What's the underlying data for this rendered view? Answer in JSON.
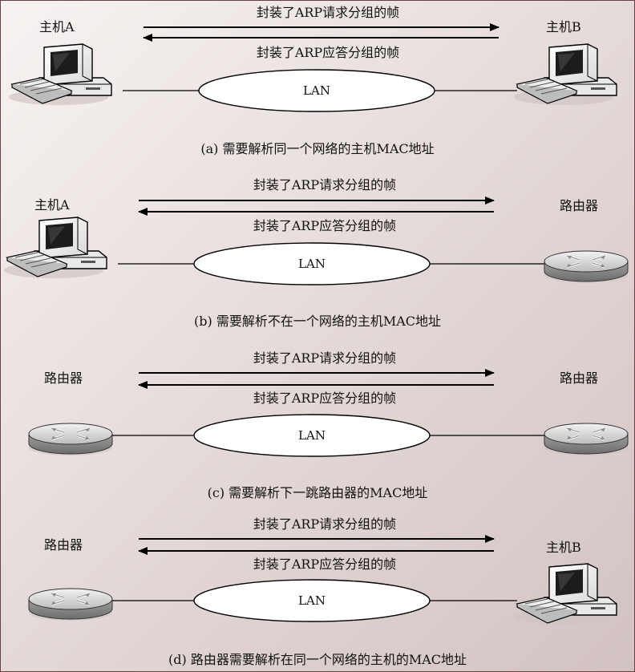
{
  "panels": [
    {
      "left_label": "主机A",
      "right_label": "主机B",
      "request_label": "封装了ARP请求分组的帧",
      "reply_label": "封装了ARP应答分组的帧",
      "network_label": "LAN",
      "caption": "(a) 需要解析同一个网络的主机MAC地址"
    },
    {
      "left_label": "主机A",
      "right_label": "路由器",
      "request_label": "封装了ARP请求分组的帧",
      "reply_label": "封装了ARP应答分组的帧",
      "network_label": "LAN",
      "caption": "(b) 需要解析不在一个网络的主机MAC地址"
    },
    {
      "left_label": "路由器",
      "right_label": "路由器",
      "request_label": "封装了ARP请求分组的帧",
      "reply_label": "封装了ARP应答分组的帧",
      "network_label": "LAN",
      "caption": "(c) 需要解析下一跳路由器的MAC地址"
    },
    {
      "left_label": "路由器",
      "right_label": "主机B",
      "request_label": "封装了ARP请求分组的帧",
      "reply_label": "封装了ARP应答分组的帧",
      "network_label": "LAN",
      "caption": "(d) 路由器需要解析在同一个网络的主机的MAC地址"
    }
  ],
  "icons": {
    "computer": "computer-icon",
    "router": "router-icon"
  }
}
